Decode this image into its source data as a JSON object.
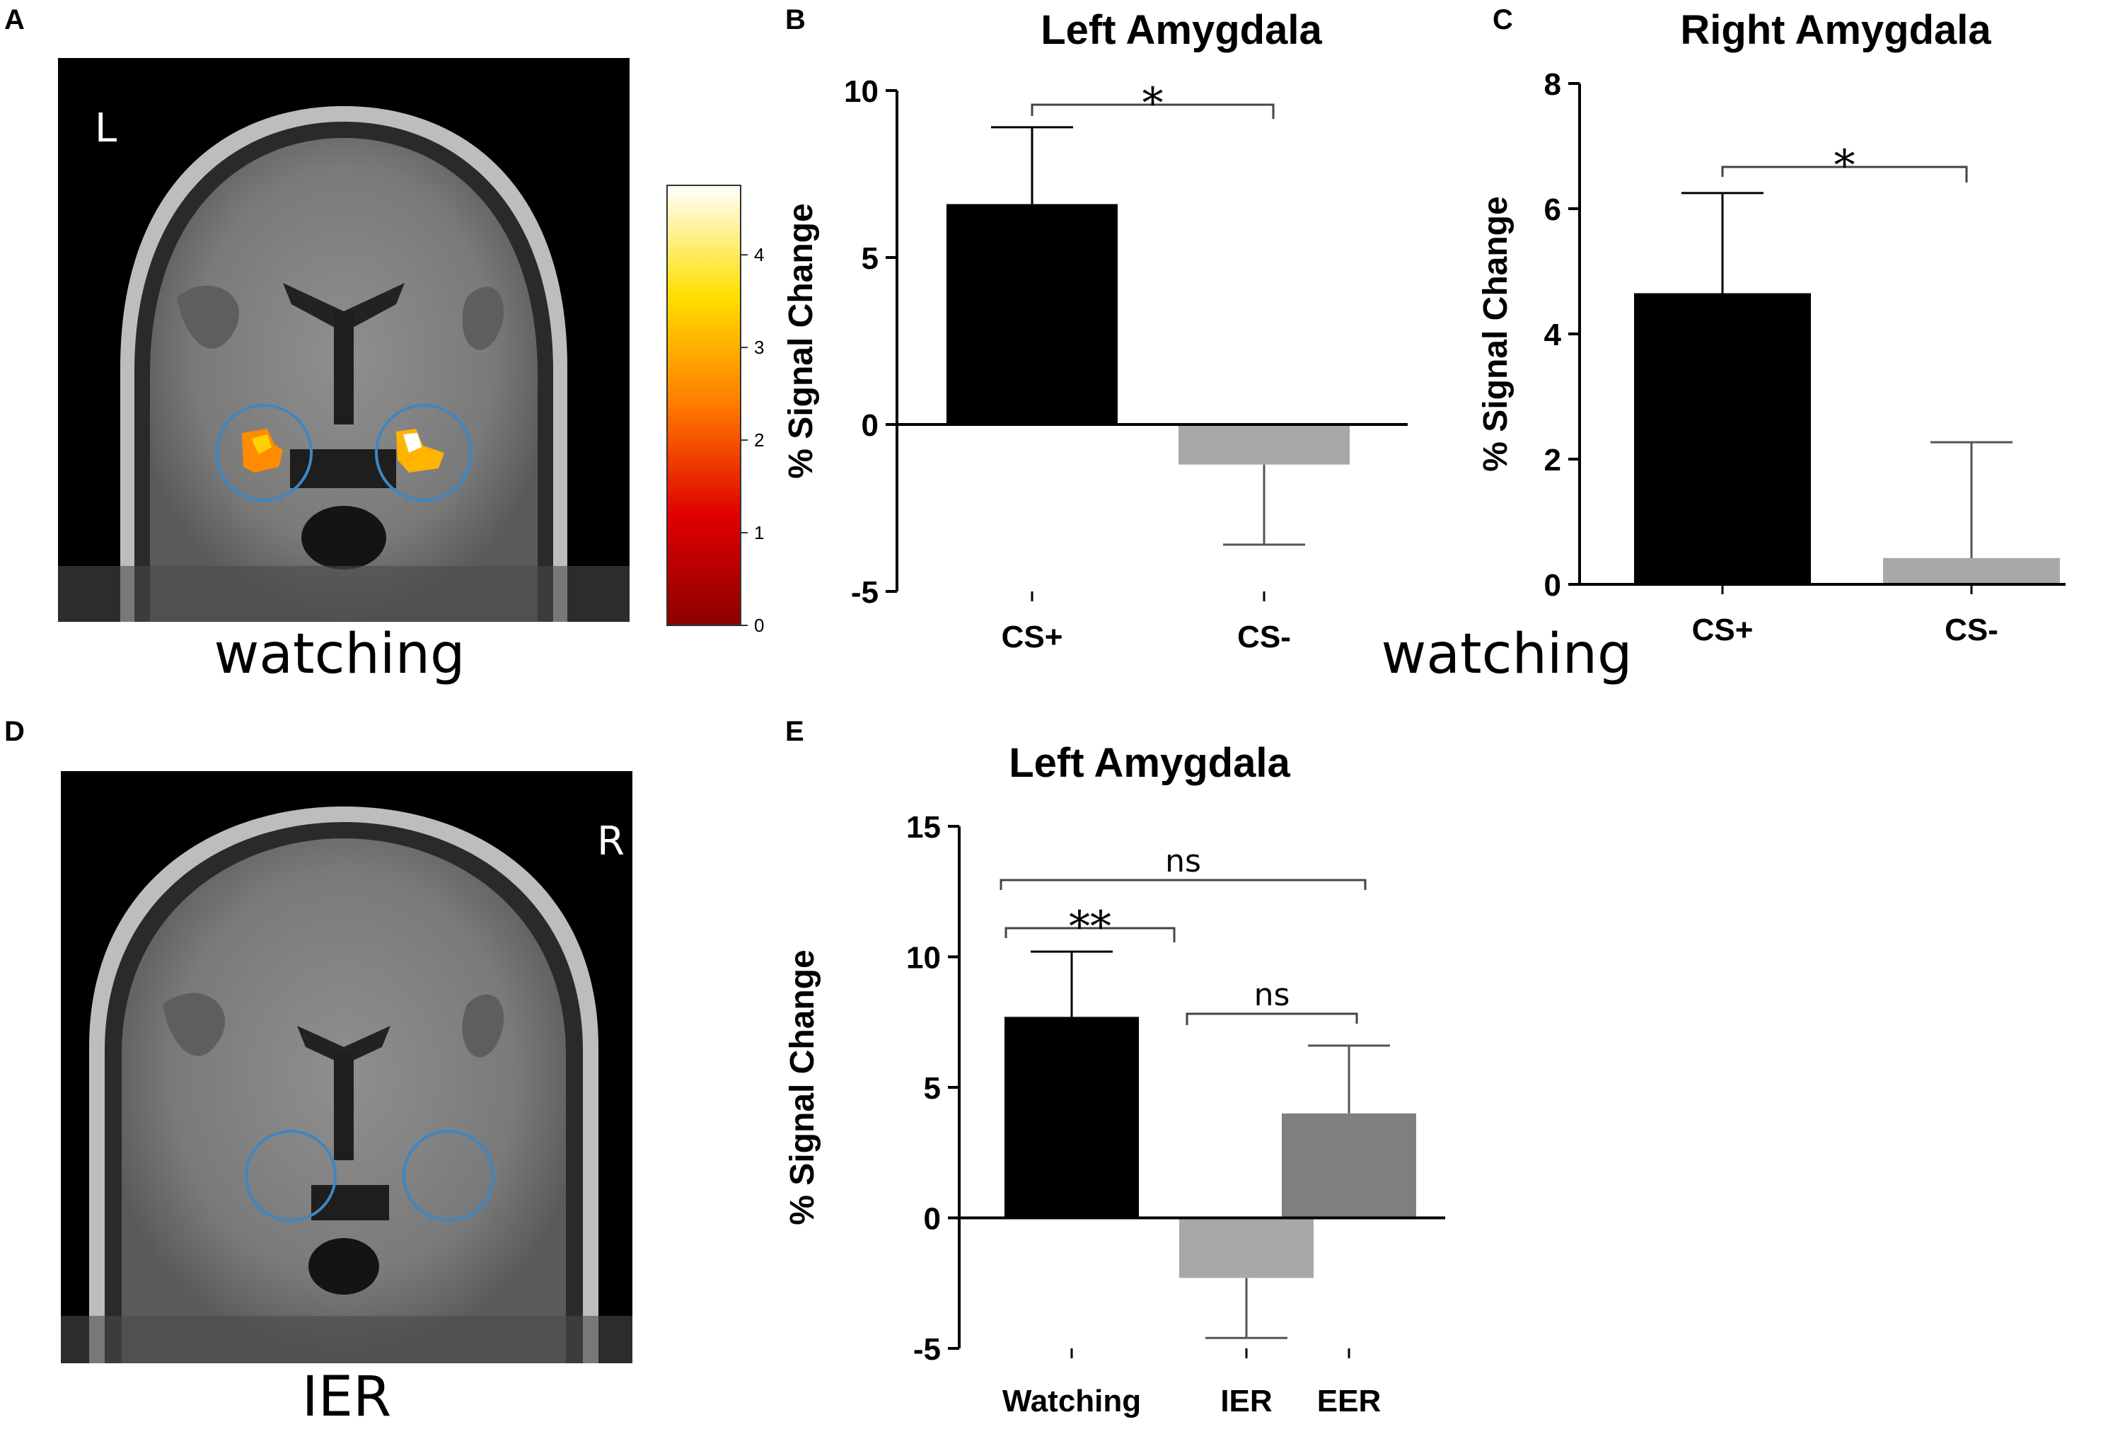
{
  "panels": {
    "a": {
      "letter": "A",
      "side_label": "L",
      "caption": "watching",
      "colorbar": {
        "ticks": [
          "0",
          "1",
          "2",
          "3",
          "4"
        ]
      }
    },
    "b": {
      "letter": "B"
    },
    "c": {
      "letter": "C",
      "caption": "watching"
    },
    "d": {
      "letter": "D",
      "side_label": "R",
      "caption": "IER"
    },
    "e": {
      "letter": "E"
    }
  },
  "colors": {
    "black_bar": "#000000",
    "light_gray_bar": "#a8a8ab",
    "mid_gray_bar": "#7f7f80",
    "roi_circle": "#3f86c2"
  },
  "chart_data": [
    {
      "id": "B",
      "type": "bar",
      "title": "Left Amygdala",
      "ylabel": "% Signal Change",
      "xlabel": "",
      "ylim": [
        -5,
        10
      ],
      "yticks": [
        -5,
        0,
        5,
        10
      ],
      "categories": [
        "CS+",
        "CS-"
      ],
      "values": [
        6.6,
        -1.2
      ],
      "error": [
        2.3,
        2.4
      ],
      "bar_colors": [
        "#000000",
        "#a8a8ab"
      ],
      "significance": [
        {
          "from": 0,
          "to": 1,
          "label": "*"
        }
      ]
    },
    {
      "id": "C",
      "type": "bar",
      "title": "Right Amygdala",
      "ylabel": "% Signal Change",
      "xlabel": "",
      "ylim": [
        0,
        8
      ],
      "yticks": [
        0,
        2,
        4,
        6,
        8
      ],
      "categories": [
        "CS+",
        "CS-"
      ],
      "values": [
        4.65,
        0.42
      ],
      "error": [
        1.6,
        1.85
      ],
      "bar_colors": [
        "#000000",
        "#a8a8ab"
      ],
      "significance": [
        {
          "from": 0,
          "to": 1,
          "label": "*"
        }
      ]
    },
    {
      "id": "E",
      "type": "bar",
      "title": "Left Amygdala",
      "ylabel": "% Signal Change",
      "xlabel": "",
      "ylim": [
        -5,
        15
      ],
      "yticks": [
        -5,
        0,
        5,
        10,
        15
      ],
      "categories": [
        "Watching",
        "IER",
        "EER"
      ],
      "values": [
        7.7,
        -2.3,
        4.0
      ],
      "error": [
        2.5,
        2.3,
        2.6
      ],
      "bar_colors": [
        "#000000",
        "#a8a8ab",
        "#7f7f80"
      ],
      "significance": [
        {
          "from": 0,
          "to": 2,
          "label": "ns"
        },
        {
          "from": 0,
          "to": 1,
          "label": "**"
        },
        {
          "from": 1,
          "to": 2,
          "label": "ns"
        }
      ]
    }
  ]
}
